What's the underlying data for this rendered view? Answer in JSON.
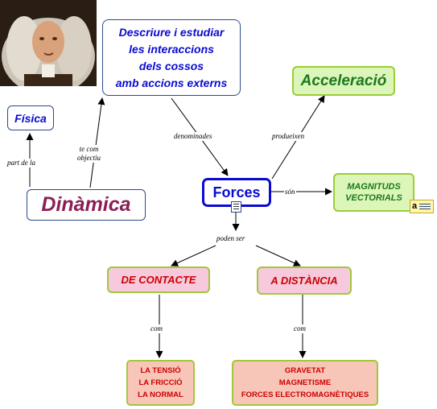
{
  "nodes": {
    "descriure": [
      "Descriure i estudiar",
      "les interaccions",
      "dels cossos",
      "amb accions externs"
    ],
    "acceleracio": "Acceleració",
    "fisica": "Física",
    "dinamica": "Dinàmica",
    "forces": "Forces",
    "magnituds": [
      "MAGNITUDS",
      "VECTORIALS"
    ],
    "contacte": "DE CONTACTE",
    "distancia": "A DISTÀNCIA",
    "contacte_items": [
      "LA TENSIÓ",
      "LA FRICCIÓ",
      "LA NORMAL"
    ],
    "distancia_items": [
      "GRAVETAT",
      "MAGNETISME",
      "FORCES ELECTROMAGNÈTIQUES"
    ]
  },
  "links": {
    "part_de_la": "part de la",
    "te_com_objectiu": [
      "te com",
      "objectiu"
    ],
    "denominades": "denominades",
    "produeixen": "produeixen",
    "son": "són",
    "poden_ser": "poden ser",
    "com_left": "com",
    "com_right": "com"
  },
  "icons": [
    "portrait-image",
    "note-icon",
    "resource-icon"
  ],
  "colors": {
    "blue_text": "#0a0ad2",
    "green_fill": "#dcf5b8",
    "green_border": "#9ccc3a",
    "dark_green_text": "#1b7a1b",
    "pink_fill": "#f6c9dc",
    "pink_border": "#a0c83a",
    "magenta_text": "#8a1f55",
    "red_text": "#cc0000",
    "salmon_fill": "#f8c6b8"
  }
}
